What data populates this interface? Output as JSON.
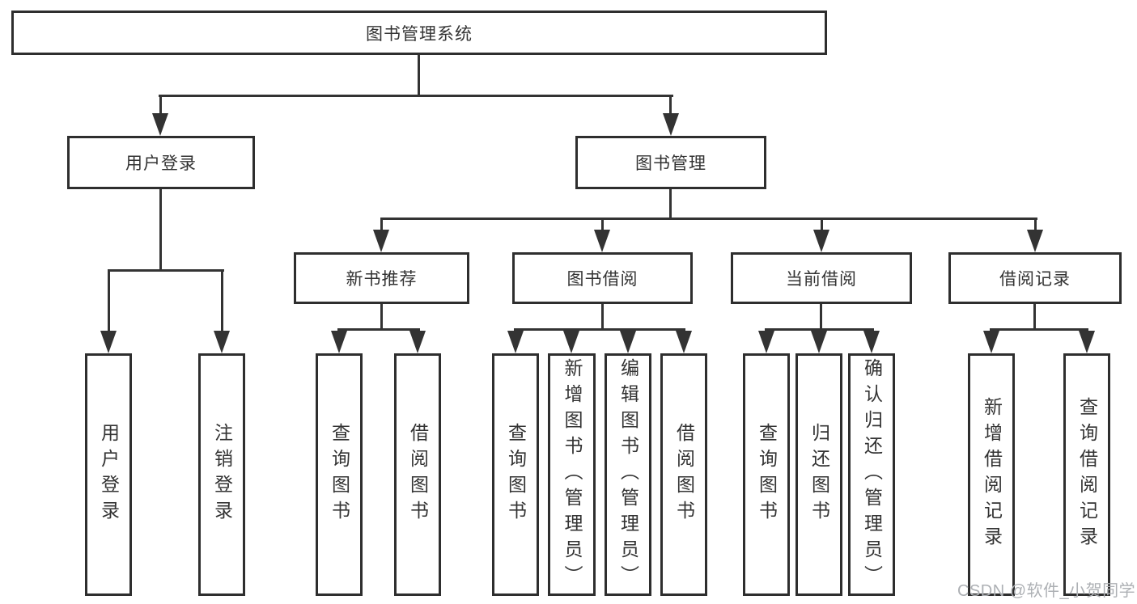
{
  "tree": {
    "root": {
      "label": "图书管理系统"
    },
    "branches": [
      {
        "label": "用户登录",
        "leaves": [
          {
            "label": "用户登录"
          },
          {
            "label": "注销登录"
          }
        ]
      },
      {
        "label": "图书管理",
        "groups": [
          {
            "label": "新书推荐",
            "leaves": [
              {
                "label": "查询图书"
              },
              {
                "label": "借阅图书"
              }
            ]
          },
          {
            "label": "图书借阅",
            "leaves": [
              {
                "label": "查询图书"
              },
              {
                "label": "新增图书（管理员）"
              },
              {
                "label": "编辑图书（管理员）"
              },
              {
                "label": "借阅图书"
              }
            ]
          },
          {
            "label": "当前借阅",
            "leaves": [
              {
                "label": "查询图书"
              },
              {
                "label": "归还图书"
              },
              {
                "label": "确认归还（管理员）"
              }
            ]
          },
          {
            "label": "借阅记录",
            "leaves": [
              {
                "label": "新增借阅记录"
              },
              {
                "label": "查询借阅记录"
              }
            ]
          }
        ]
      }
    ]
  },
  "watermark": {
    "text": "CSDN @软件_小贺同学"
  },
  "colors": {
    "line": "#333333",
    "box_border": "#2e2e2e",
    "box_fill": "#ffffff",
    "text": "#333333",
    "watermark": "#adb0b4"
  }
}
